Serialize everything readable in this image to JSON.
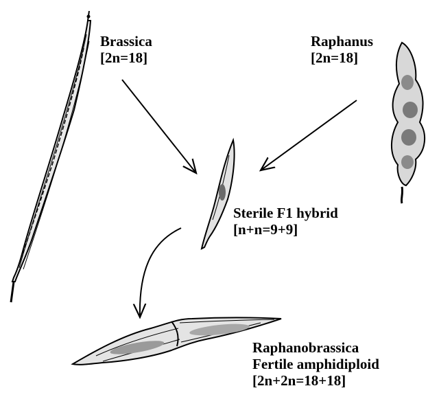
{
  "labels": {
    "brassica": {
      "name": "Brassica",
      "chromosomes": "[2n=18]"
    },
    "raphanus": {
      "name": "Raphanus",
      "chromosomes": "[2n=18]"
    },
    "f1_hybrid": {
      "name": "Sterile F1 hybrid",
      "chromosomes": "[n+n=9+9]"
    },
    "amphidiploid": {
      "name": "Raphanobrassica",
      "description": "Fertile amphidiploid",
      "chromosomes": "[2n+2n=18+18]"
    }
  },
  "colors": {
    "ink": "#000000",
    "background": "#ffffff"
  }
}
